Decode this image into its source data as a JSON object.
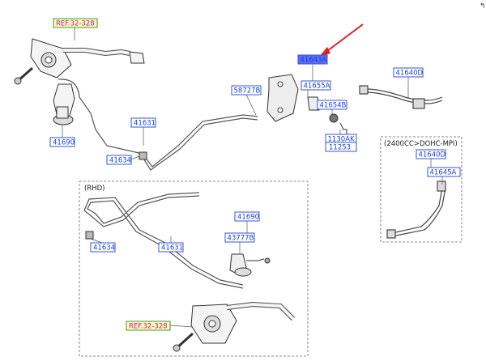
{
  "callouts": {
    "ref_top": "REF.32-328",
    "ref_bottom": "REF.32-328",
    "p41643A": "41643A",
    "p41655A": "41655A",
    "p41654B": "41654B",
    "p58727B": "58727B",
    "p1130AK": "1130AK",
    "p11253": "11253",
    "p41640D_top": "41640D",
    "p41631_top": "41631",
    "p41634_top": "41634",
    "p41690_top": "41690",
    "p41631_rhd": "41631",
    "p41634_rhd": "41634",
    "p41690_rhd": "41690",
    "p43777B": "43777B",
    "p41640D_box": "41640D",
    "p41645A": "41645A"
  },
  "notes": {
    "rhd": "(RHD)",
    "engine": "(2400CC>DOHC-MPI)"
  },
  "colors": {
    "label_text": "#1d3fd0",
    "label_border": "#3355dd",
    "ref_text": "#c010c0",
    "ref_fill": "#fdfdb0",
    "ref_border": "#3a9a3a",
    "highlight_fill": "#5b6df0",
    "arrow": "#e02020"
  }
}
